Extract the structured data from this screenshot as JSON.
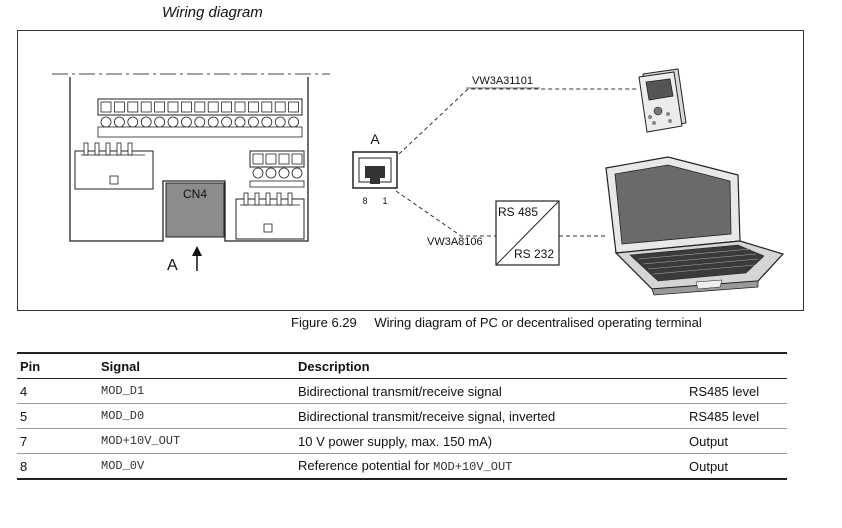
{
  "section_title": "Wiring diagram",
  "diagram": {
    "connector_label": "CN4",
    "arrow_label": "A",
    "port_label": "A",
    "port_pin_left": "8",
    "port_pin_right": "1",
    "terminal_cable": "VW3A31101",
    "converter_cable": "VW3A8106",
    "converter_top": "RS 485",
    "converter_bottom": "RS 232"
  },
  "caption": {
    "number": "Figure 6.29",
    "text": "Wiring diagram of PC or decentralised operating terminal"
  },
  "table": {
    "headers": {
      "pin": "Pin",
      "signal": "Signal",
      "description": "Description"
    },
    "rows": [
      {
        "pin": "4",
        "signal": "MOD_D1",
        "description": "Bidirectional transmit/receive signal",
        "level": "RS485 level"
      },
      {
        "pin": "5",
        "signal": "MOD_D0",
        "description": "Bidirectional transmit/receive signal, inverted",
        "level": "RS485 level"
      },
      {
        "pin": "7",
        "signal": "MOD+10V_OUT",
        "description": "10 V power supply, max. 150 mA)",
        "level": "Output"
      },
      {
        "pin": "8",
        "signal": "MOD_0V",
        "description": "Reference potential for ",
        "description_code": "MOD+10V_OUT",
        "level": "Output"
      }
    ]
  }
}
